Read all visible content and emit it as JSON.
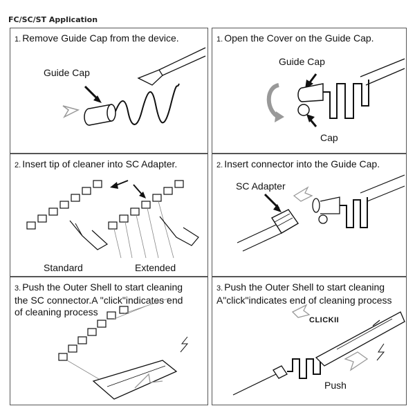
{
  "title": "FC/SC/ST Application",
  "panels": [
    {
      "num": "1.",
      "text": "Remove Guide Cap from the device.",
      "labels": [
        "Guide Cap"
      ]
    },
    {
      "num": "1.",
      "text": "Open the Cover on the Guide Cap.",
      "labels": [
        "Guide Cap",
        "Cap"
      ]
    },
    {
      "num": "2.",
      "text": "Insert tip of cleaner into SC Adapter.",
      "labels": [
        "Standard",
        "Extended"
      ]
    },
    {
      "num": "2.",
      "text": "Insert connector into the Guide Cap.",
      "labels": [
        "SC Adapter"
      ]
    },
    {
      "num": "3.",
      "line1": "Push the Outer Shell to start cleaning",
      "line2": "the SC connector.A \"click\"indicates end",
      "line3": "of cleaning process"
    },
    {
      "num": "3.",
      "line1": "Push the Outer Shell to start cleaning",
      "line2": "A\"click\"indicates end of cleaning process",
      "labels": [
        "CLICKII",
        "Push"
      ]
    }
  ]
}
